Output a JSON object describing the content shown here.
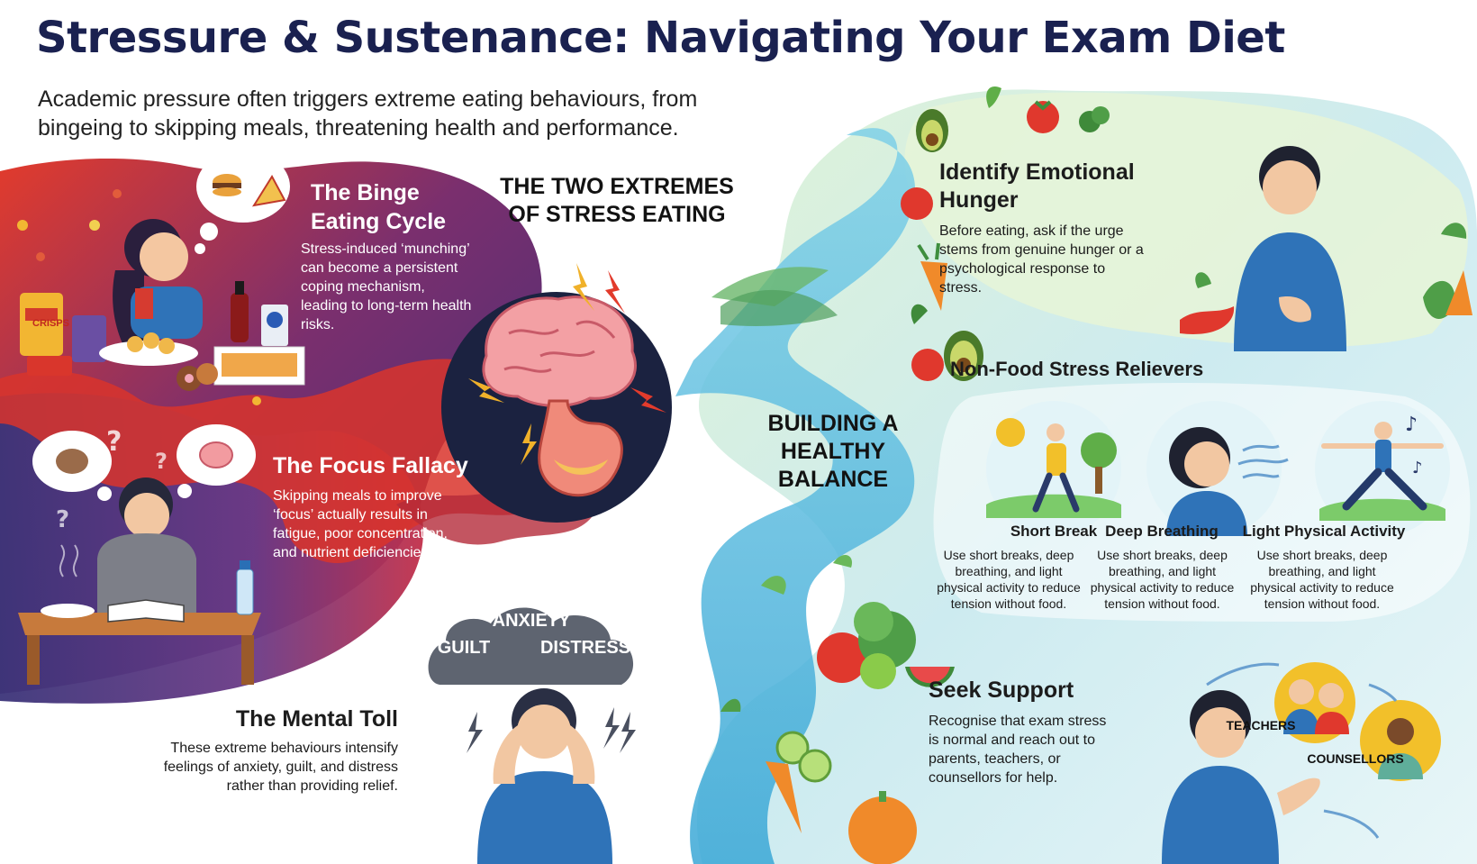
{
  "header": {
    "title": "Stressure & Sustenance: Navigating Your Exam Diet",
    "subtitle": "Academic pressure often triggers extreme eating behaviours, from bingeing to skipping meals, threatening health and performance."
  },
  "center_heading": "THE TWO EXTREMES OF STRESS EATING",
  "balance_heading": "BUILDING A HEALTHY BALANCE",
  "binge": {
    "title": "The Binge Eating Cycle",
    "body": "Stress-induced ‘munching’ can become a persistent coping mechanism, leading to long-term health risks.",
    "chips_label": "CRISPS"
  },
  "focus": {
    "title": "The Focus Fallacy",
    "body": "Skipping meals to improve ‘focus’ actually results in fatigue, poor concentration, and nutrient deficiencies."
  },
  "mental": {
    "title": "The Mental Toll",
    "body": "These extreme behaviours intensify feelings of anxiety, guilt, and distress rather than providing relief.",
    "cloud_words": [
      "ANXIETY",
      "GUILT",
      "DISTRESS"
    ]
  },
  "identify": {
    "title": "Identify Emotional Hunger",
    "body": "Before eating, ask if the urge stems from genuine hunger or a psychological response to stress."
  },
  "relievers": {
    "title": "Non-Food Stress Relievers",
    "items": [
      {
        "label": "Short Break",
        "body": "Use short breaks, deep breathing, and light physical activity to reduce tension without food."
      },
      {
        "label": "Deep Breathing",
        "body": "Use short breaks, deep breathing, and light physical activity to reduce tension without food."
      },
      {
        "label": "Light Physical Activity",
        "body": "Use short breaks, deep breathing, and light physical activity to reduce tension without food."
      }
    ]
  },
  "support": {
    "title": "Seek Support",
    "body": "Recognise that exam stress is normal and reach out to parents, teachers, or counsellors for help.",
    "teachers_label": "TEACHERS",
    "counsellors_label": "COUNSELLORS"
  },
  "colors": {
    "title_navy": "#1a2150",
    "stress_red": "#d8342b",
    "stress_purple": "#4a2e78",
    "calm_teal": "#bfe6ec",
    "brain_pink": "#f3a0a4"
  }
}
